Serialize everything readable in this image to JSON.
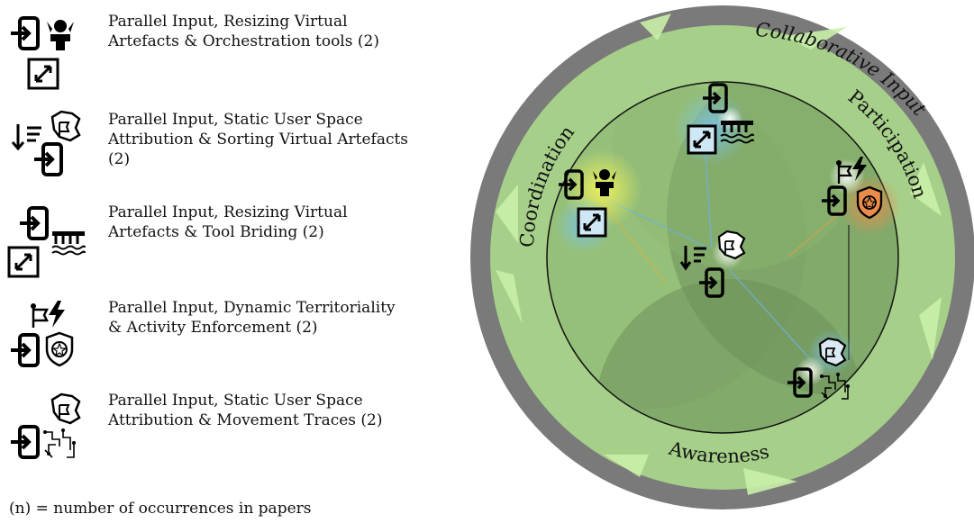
{
  "legend": [
    {
      "text": "Parallel Input, Resizing Virtual\nArtefacts & Orchestration tools (2)",
      "icons": [
        "parallel-input-icon",
        "orchestration-tool-icon",
        "resize-icon"
      ]
    },
    {
      "text": "Parallel Input, Static User Space\nAttribution & Sorting Virtual Artefacts\n(2)",
      "icons": [
        "sorting-icon",
        "user-space-attribution-icon",
        "parallel-input-icon"
      ]
    },
    {
      "text": "Parallel Input, Resizing Virtual\nArtefacts & Tool Briding (2)",
      "icons": [
        "parallel-input-icon",
        "resize-icon",
        "tool-bridging-icon"
      ]
    },
    {
      "text": "Parallel Input, Dynamic Territoriality\n& Activity Enforcement (2)",
      "icons": [
        "territoriality-flag-icon",
        "lightning-icon",
        "parallel-input-icon",
        "enforcement-badge-icon"
      ]
    },
    {
      "text": "Parallel Input, Static User Space\nAttribution & Movement Traces (2)",
      "icons": [
        "user-space-attribution-icon",
        "parallel-input-icon",
        "movement-traces-icon"
      ]
    }
  ],
  "note": "(n) = number of occurrences in papers",
  "diagram": {
    "outer_label": "Collaborative Input",
    "labels": {
      "coordination": "Coordination",
      "participation": "Participation",
      "awareness": "Awareness"
    },
    "colors": {
      "outer_ring": "#7a7a7a",
      "light_green": "#a6d08a",
      "mid_green": "#8fb874",
      "dark_green": "#6d8f5a",
      "highlight_yellow": "#f2f25a",
      "highlight_blue": "#7cc3e6",
      "highlight_orange": "#e98c4a"
    }
  }
}
